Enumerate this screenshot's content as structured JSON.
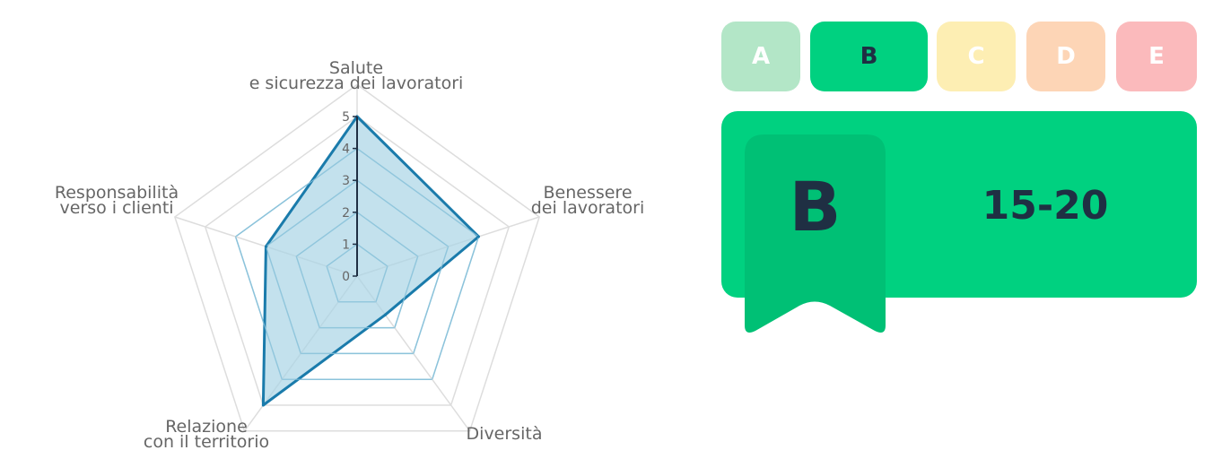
{
  "chart_data": {
    "type": "radar",
    "axes": [
      {
        "label": [
          "Salute",
          "e sicurezza dei lavoratori"
        ],
        "value": 5
      },
      {
        "label": [
          "Benessere",
          "dei lavoratori"
        ],
        "value": 4
      },
      {
        "label": [
          "Diversità"
        ],
        "value": 1.5
      },
      {
        "label": [
          "Relazione",
          "con il territorio"
        ],
        "value": 5
      },
      {
        "label": [
          "Responsabilità",
          "verso i clienti"
        ],
        "value": 3
      }
    ],
    "r_ticks": [
      "0",
      "1",
      "2",
      "3",
      "4",
      "5"
    ],
    "rlim": [
      0,
      5
    ],
    "grid": true,
    "colors": {
      "line": "#1a7bab",
      "fill": "#a9d4e6",
      "inner_grid": "#8cc3db",
      "outer_grid": "#dddddd"
    }
  },
  "grade_scale": {
    "options": [
      {
        "label": "A",
        "color": "#b3e6c7"
      },
      {
        "label": "B",
        "color": "#00d180"
      },
      {
        "label": "C",
        "color": "#fdeeb3"
      },
      {
        "label": "D",
        "color": "#fdd5b6"
      },
      {
        "label": "E",
        "color": "#fbbabc"
      }
    ],
    "selected": "B"
  },
  "score_card": {
    "grade": "B",
    "range": "15-20",
    "card_color": "#00d180",
    "badge_color": "#00c075"
  }
}
